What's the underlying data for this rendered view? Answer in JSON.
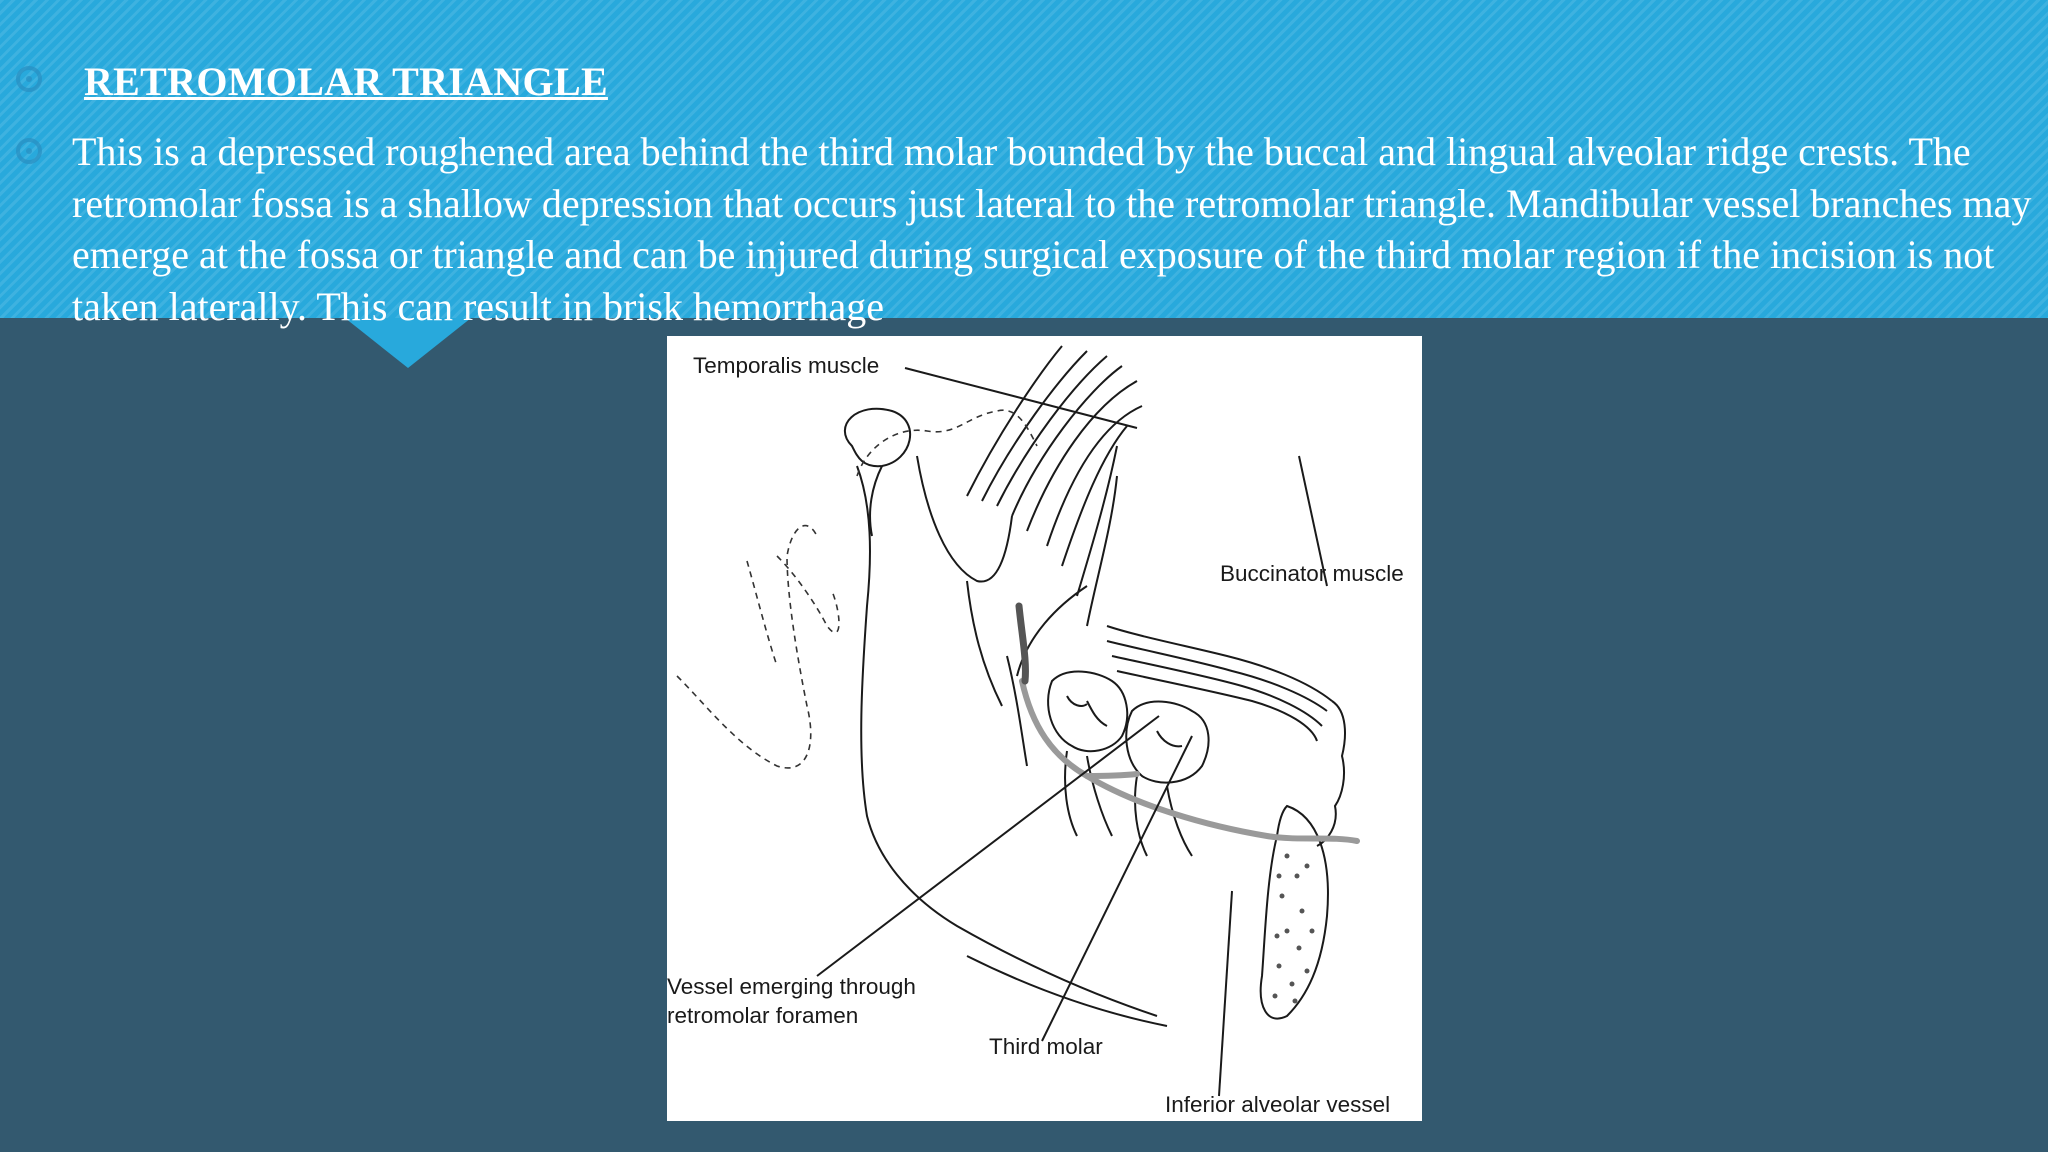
{
  "slide": {
    "title": "RETROMOLAR TRIANGLE",
    "paragraph": "This is a depressed roughened area behind the third molar bounded by the buccal and lingual alveolar ridge crests. The retromolar fossa is a shallow depression that occurs just lateral to the retromolar triangle. Mandibular vessel branches may emerge at the fossa or triangle and can be injured during surgical exposure of the third molar region if the incision is not taken laterally. This can result in brisk hemorrhage"
  },
  "figure": {
    "labels": {
      "temporalis": "Temporalis muscle",
      "buccinator": "Buccinator muscle",
      "vessel_line1": "Vessel emerging through",
      "vessel_line2": "retromolar foramen",
      "third_molar": "Third molar",
      "inferior_alveolar": "Inferior alveolar vessel"
    }
  },
  "colors": {
    "banner": "#28a9dc",
    "background": "#33596f",
    "text": "#ffffff"
  }
}
